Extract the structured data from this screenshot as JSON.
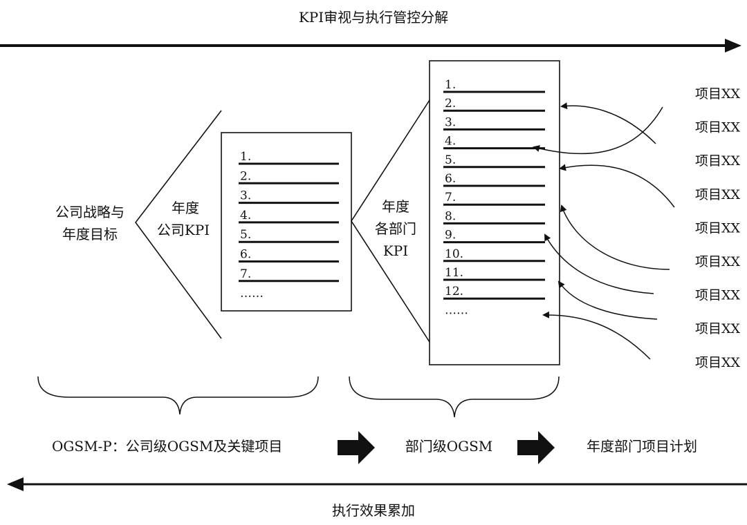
{
  "top_arrow_label": "KPI审视与执行管控分解",
  "bottom_arrow_label": "执行效果累加",
  "left_label_lines": [
    "公司战略与",
    "年度目标"
  ],
  "company_kpi_label_lines": [
    "年度",
    "公司KPI"
  ],
  "company_kpi_items": [
    "1.",
    "2.",
    "3.",
    "4.",
    "5.",
    "6.",
    "7.",
    "……"
  ],
  "dept_kpi_label_lines": [
    "年度",
    "各部门",
    "KPI"
  ],
  "dept_kpi_items": [
    "1.",
    "2.",
    "3.",
    "4.",
    "5.",
    "6.",
    "7.",
    "8.",
    "9.",
    "10.",
    "11.",
    "12.",
    "……"
  ],
  "project_items": [
    "项目XX",
    "项目XX",
    "项目XX",
    "项目XX",
    "项目XX",
    "项目XX",
    "项目XX",
    "项目XX",
    "项目XX"
  ],
  "stage_labels": [
    "OGSM-P：公司级OGSM及关键项目",
    "部门级OGSM",
    "年度部门项目计划"
  ]
}
